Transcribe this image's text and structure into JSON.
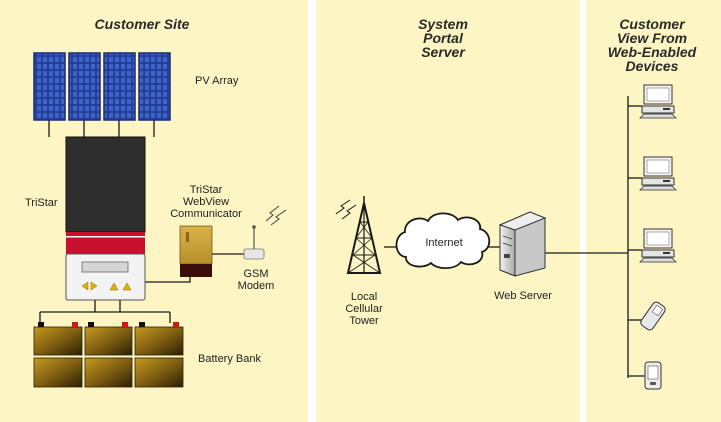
{
  "sections": {
    "customer_site": "Customer Site",
    "portal_server": [
      "System",
      "Portal",
      "Server"
    ],
    "customer_view": [
      "Customer",
      "View From",
      "Web-Enabled",
      "Devices"
    ]
  },
  "labels": {
    "pv_array": "PV Array",
    "tristar": "TriStar",
    "communicator": [
      "TriStar",
      "WebView",
      "Communicator"
    ],
    "gsm_modem": [
      "GSM",
      "Modem"
    ],
    "battery_bank": "Battery Bank",
    "cellular_tower": [
      "Local",
      "Cellular",
      "Tower"
    ],
    "internet": "Internet",
    "web_server": "Web Server"
  },
  "colors": {
    "panel_bg": "#fdf5c4",
    "solar_panel": "#2445a0",
    "controller": "#2b2b2b",
    "controller_accent": "#c8102e",
    "battery": "#7a5a10",
    "communicator": "#c9a23a"
  },
  "icons": [
    "solar-panel-icon",
    "charge-controller-icon",
    "communicator-icon",
    "gsm-modem-icon",
    "battery-icon",
    "cell-tower-icon",
    "cloud-icon",
    "server-icon",
    "desktop-computer-icon",
    "mobile-phone-icon",
    "pda-icon"
  ]
}
